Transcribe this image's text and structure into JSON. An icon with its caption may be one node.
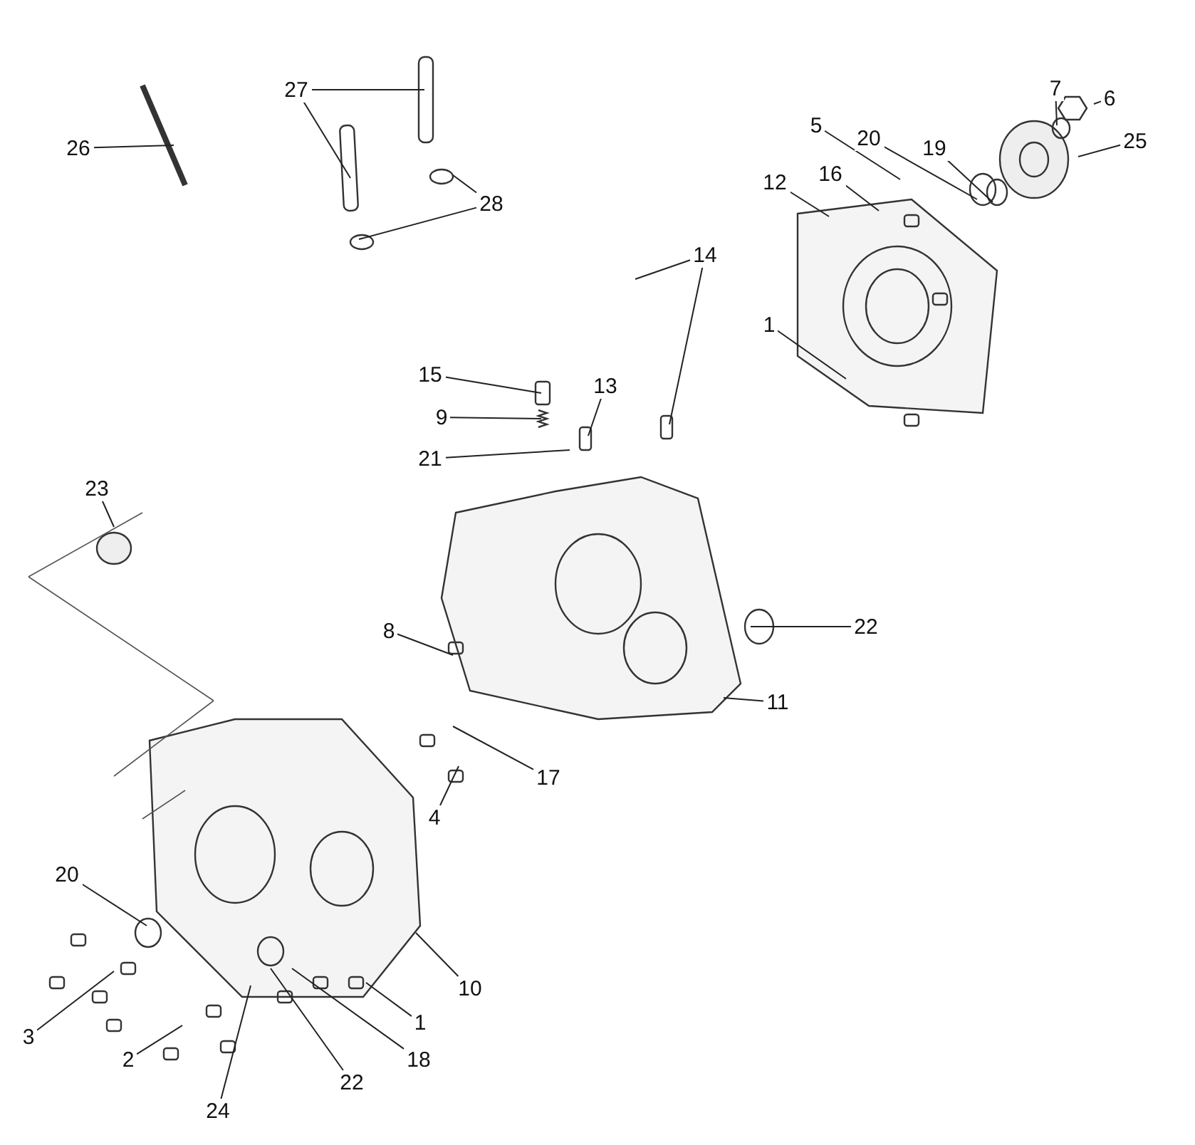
{
  "diagram": {
    "nodes": [
      {
        "text": [
          "26"
        ]
      },
      {
        "text": [
          "27"
        ]
      },
      {
        "text": [
          "28"
        ]
      },
      {
        "text": [
          "5"
        ]
      },
      {
        "text": [
          "20"
        ]
      },
      {
        "text": [
          "19"
        ]
      },
      {
        "text": [
          "7"
        ]
      },
      {
        "text": [
          "6"
        ]
      },
      {
        "text": [
          "25"
        ]
      },
      {
        "text": [
          "12"
        ]
      },
      {
        "text": [
          "16"
        ]
      },
      {
        "text": [
          "14"
        ]
      },
      {
        "text": [
          "1"
        ]
      },
      {
        "text": [
          "15"
        ]
      },
      {
        "text": [
          "9"
        ]
      },
      {
        "text": [
          "13"
        ]
      },
      {
        "text": [
          "21"
        ]
      },
      {
        "text": [
          "23"
        ]
      },
      {
        "text": [
          "22"
        ]
      },
      {
        "text": [
          "8"
        ]
      },
      {
        "text": [
          "11"
        ]
      },
      {
        "text": [
          "17"
        ]
      },
      {
        "text": [
          "4"
        ]
      },
      {
        "text": [
          "20"
        ]
      },
      {
        "text": [
          "10"
        ]
      },
      {
        "text": [
          "1"
        ]
      },
      {
        "text": [
          "18"
        ]
      },
      {
        "text": [
          "3"
        ]
      },
      {
        "text": [
          "2"
        ]
      },
      {
        "text": [
          "22"
        ]
      },
      {
        "text": [
          "24"
        ]
      }
    ],
    "edges": [
      {
        "from": 0,
        "to": null,
        "arrow": "none"
      },
      {
        "from": 1,
        "to": null,
        "arrow": "none"
      },
      {
        "from": 1,
        "to": null,
        "arrow": "none"
      },
      {
        "from": 2,
        "to": null,
        "arrow": "none"
      },
      {
        "from": 2,
        "to": null,
        "arrow": "none"
      },
      {
        "from": 3,
        "to": null,
        "arrow": "none"
      },
      {
        "from": 4,
        "to": null,
        "arrow": "none"
      },
      {
        "from": 5,
        "to": null,
        "arrow": "none"
      },
      {
        "from": 6,
        "to": null,
        "arrow": "none"
      },
      {
        "from": 7,
        "to": null,
        "arrow": "none"
      },
      {
        "from": 8,
        "to": null,
        "arrow": "none"
      },
      {
        "from": 9,
        "to": null,
        "arrow": "none"
      },
      {
        "from": 10,
        "to": null,
        "arrow": "none"
      },
      {
        "from": 11,
        "to": null,
        "arrow": "none"
      },
      {
        "from": 11,
        "to": null,
        "arrow": "none"
      },
      {
        "from": 12,
        "to": null,
        "arrow": "none"
      },
      {
        "from": 13,
        "to": null,
        "arrow": "none"
      },
      {
        "from": 14,
        "to": null,
        "arrow": "none"
      },
      {
        "from": 15,
        "to": null,
        "arrow": "none"
      },
      {
        "from": 16,
        "to": null,
        "arrow": "none"
      },
      {
        "from": 17,
        "to": null,
        "arrow": "none"
      },
      {
        "from": 18,
        "to": null,
        "arrow": "none"
      },
      {
        "from": 19,
        "to": null,
        "arrow": "none"
      },
      {
        "from": 20,
        "to": null,
        "arrow": "none"
      },
      {
        "from": 21,
        "to": null,
        "arrow": "none"
      },
      {
        "from": 22,
        "to": null,
        "arrow": "none"
      },
      {
        "from": 23,
        "to": null,
        "arrow": "none"
      },
      {
        "from": 24,
        "to": null,
        "arrow": "none"
      },
      {
        "from": 25,
        "to": null,
        "arrow": "none"
      },
      {
        "from": 26,
        "to": null,
        "arrow": "none"
      },
      {
        "from": 27,
        "to": null,
        "arrow": "none"
      },
      {
        "from": 28,
        "to": null,
        "arrow": "none"
      },
      {
        "from": 29,
        "to": null,
        "arrow": "none"
      },
      {
        "from": 30,
        "to": null,
        "arrow": "none"
      }
    ]
  }
}
